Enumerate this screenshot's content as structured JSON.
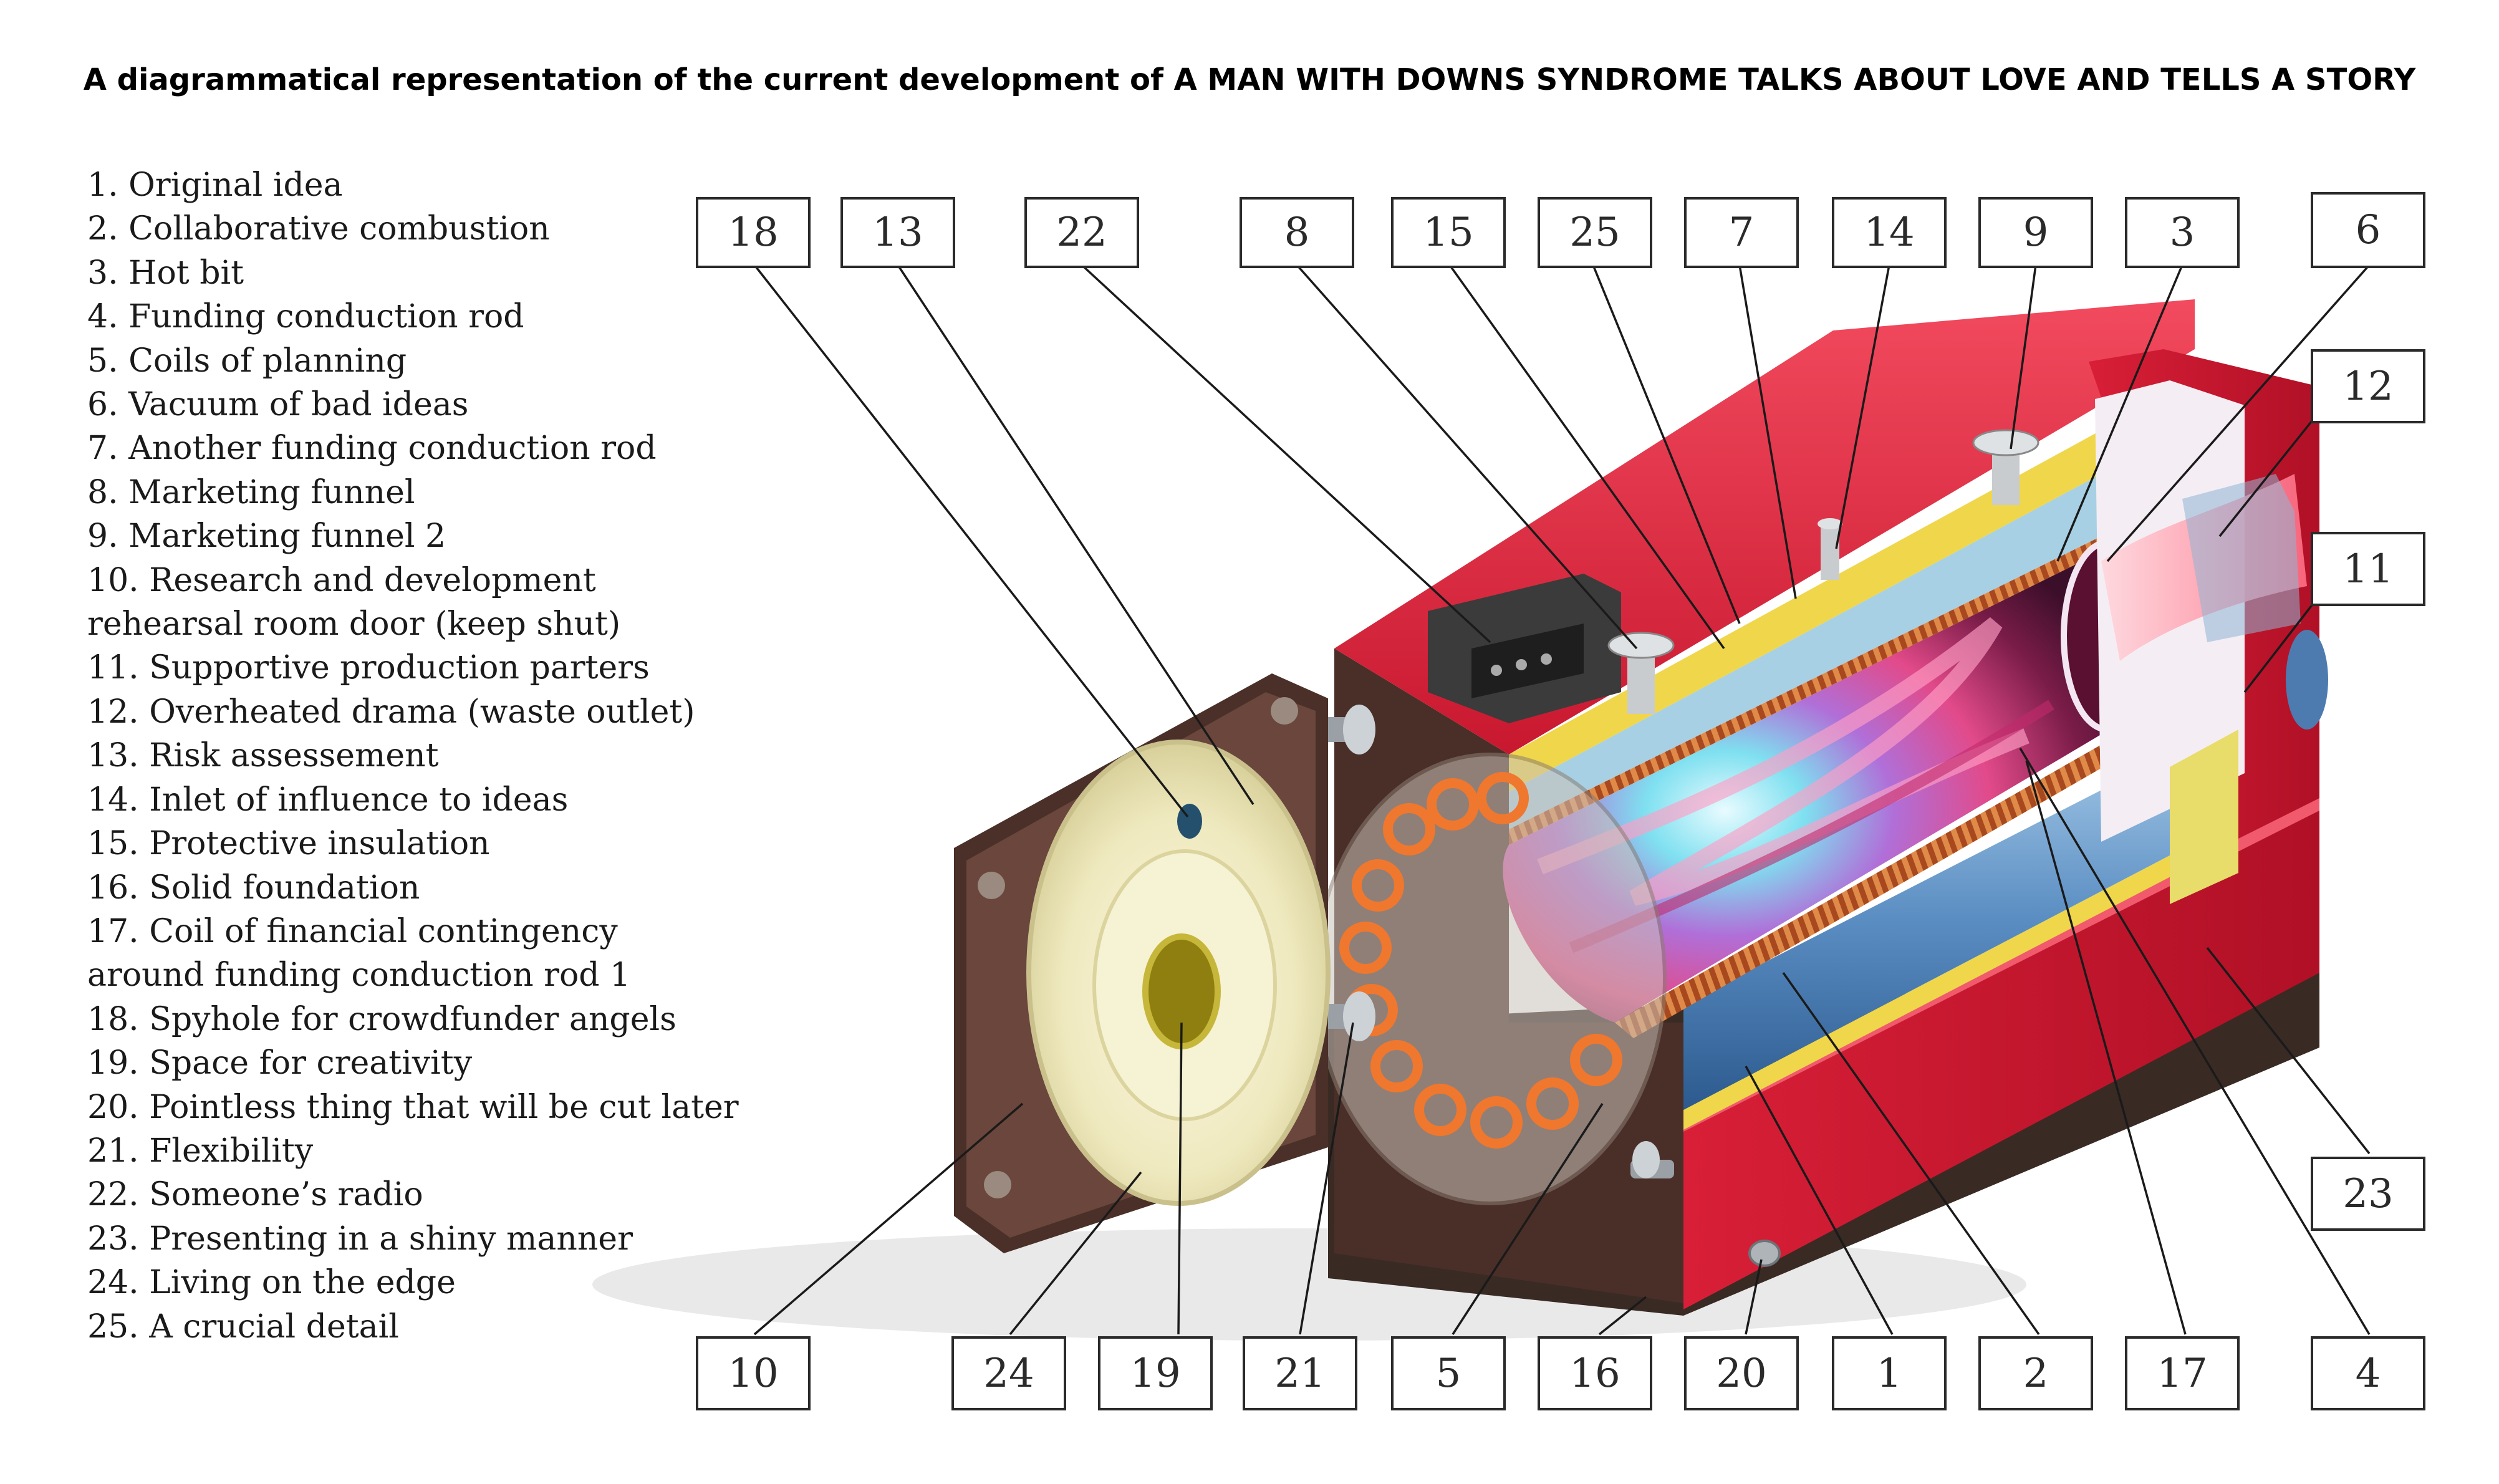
{
  "title": "A diagrammatical representation of the current development of A MAN WITH DOWNS SYNDROME TALKS ABOUT LOVE AND TELLS A STORY",
  "legend": [
    "1. Original idea",
    "2. Collaborative combustion",
    "3. Hot bit",
    "4. Funding conduction rod",
    "5. Coils of planning",
    "6. Vacuum of bad ideas",
    "7. Another funding conduction rod",
    "8. Marketing funnel",
    "9. Marketing funnel 2",
    "10. Research and development rehearsal room door (keep shut)",
    "11. Supportive production parters",
    "12. Overheated drama (waste outlet)",
    "13. Risk assessement",
    "14. Inlet of influence to ideas",
    "15. Protective insulation",
    "16. Solid foundation",
    "17. Coil of financial contingency around funding conduction rod 1",
    "18. Spyhole for crowdfunder angels",
    "19. Space for creativity",
    "20. Pointless thing that will be cut later",
    "21. Flexibility",
    "22. Someone’s radio",
    "23. Presenting in a shiny manner",
    "24. Living on the edge",
    "25. A crucial detail"
  ],
  "callouts": {
    "top": [
      "18",
      "13",
      "22",
      "8",
      "15",
      "25",
      "7",
      "14",
      "9",
      "3",
      "6"
    ],
    "right": [
      "12",
      "11",
      "23"
    ],
    "bottom": [
      "10",
      "24",
      "19",
      "21",
      "5",
      "16",
      "20",
      "1",
      "2",
      "17",
      "4"
    ]
  },
  "colors": {
    "casing_red": "#e0283f",
    "casing_dark": "#4a2f28",
    "door_cream": "#f2eec8",
    "insulation_yellow": "#f0d64a",
    "tube_blue": "#5d8ec4",
    "coil_copper": "#c05a2a",
    "flame_pink": "#e8508a"
  }
}
